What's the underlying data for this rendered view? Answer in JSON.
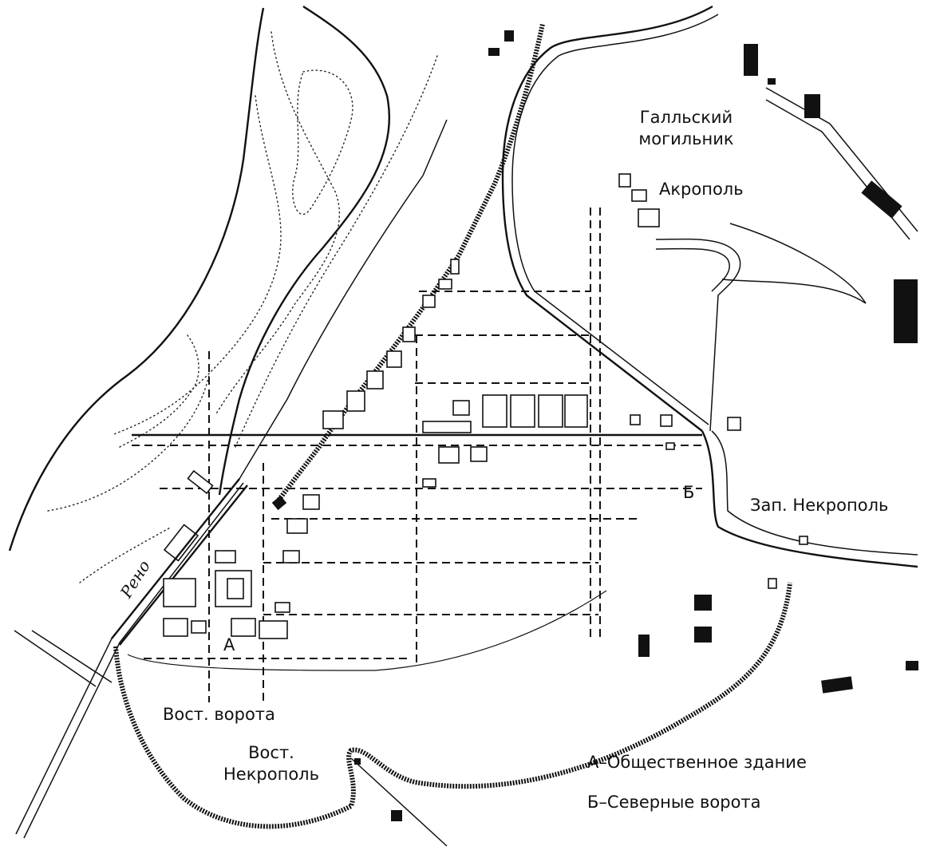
{
  "map": {
    "labels": {
      "gallic_cemetery": "Галльский\nмогильник",
      "acropolis": "Акрополь",
      "western_necropolis": "Зап. Некрополь",
      "east_gate": "Вост. ворота",
      "eastern_necropolis": "Вост.\nНекрополь",
      "river": "Рено",
      "marker_a": "А",
      "marker_b": "Б"
    },
    "legend": [
      {
        "key": "А",
        "text": "А–Общественное здание"
      },
      {
        "key": "Б",
        "text": "Б–Северные ворота"
      }
    ],
    "colors": {
      "ink": "#111111",
      "paper": "#ffffff"
    }
  }
}
